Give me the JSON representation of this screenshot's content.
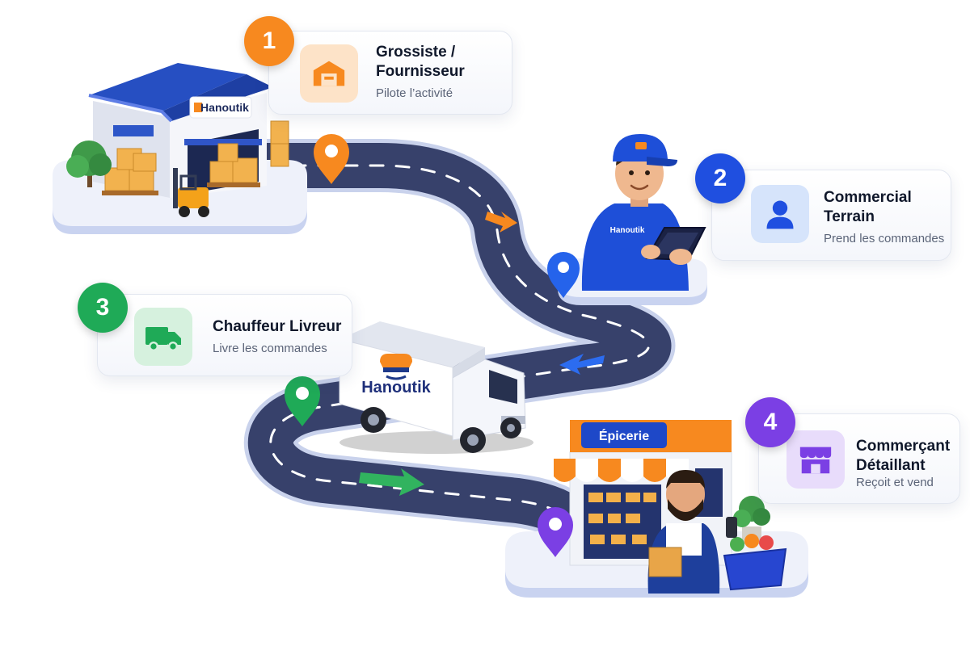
{
  "brand": {
    "name": "Hanoutik"
  },
  "shop_sign": "Épicerie",
  "colors": {
    "orange": "#f7891f",
    "blue": "#1f4fe0",
    "green": "#1faa57",
    "purple": "#7b3fe4",
    "road": "#37416b"
  },
  "steps": [
    {
      "number": "1",
      "title": "Grossiste /\nFournisseur",
      "subtitle": "Pilote l’activité",
      "icon": "warehouse-icon",
      "color": "#f7891f"
    },
    {
      "number": "2",
      "title": "Commercial\nTerrain",
      "subtitle": "Prend les commandes",
      "icon": "user-icon",
      "color": "#1f4fe0"
    },
    {
      "number": "3",
      "title": "Chauffeur Livreur",
      "subtitle": "Livre les commandes",
      "icon": "truck-icon",
      "color": "#1faa57"
    },
    {
      "number": "4",
      "title": "Commerçant\nDétaillant",
      "subtitle": "Reçoit et vend",
      "icon": "storefront-icon",
      "color": "#7b3fe4"
    }
  ]
}
